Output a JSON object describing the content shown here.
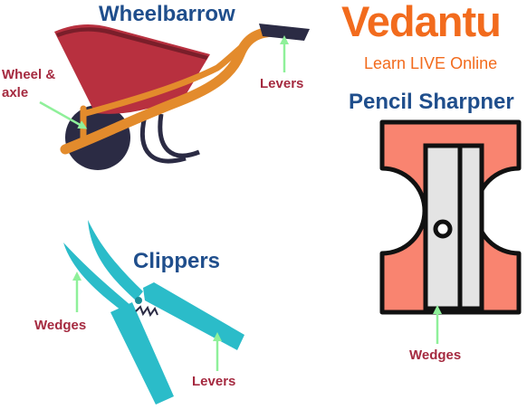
{
  "logo": {
    "wordmark": "Vedantu",
    "tagline": "Learn LIVE Online"
  },
  "items": {
    "wheelbarrow": {
      "title": "Wheelbarrow",
      "labels": {
        "wheel_axle_line1": "Wheel &",
        "wheel_axle_line2": "axle",
        "levers": "Levers"
      }
    },
    "pencil_sharpener": {
      "title": "Pencil Sharpner",
      "labels": {
        "wedges": "Wedges"
      }
    },
    "clippers": {
      "title": "Clippers",
      "labels": {
        "wedges": "Wedges",
        "levers": "Levers"
      }
    }
  },
  "colors": {
    "heading": "#1f4e8c",
    "label": "#a52a40",
    "arrow": "#8ff09a",
    "brand": "#f26b1d",
    "barrow_tray": "#b8303f",
    "barrow_frame": "#e38b2c",
    "barrow_dark": "#2b2b44",
    "sharpener_body": "#f98470",
    "sharpener_blade": "#e4e4e4",
    "clipper": "#2bbcc9"
  }
}
